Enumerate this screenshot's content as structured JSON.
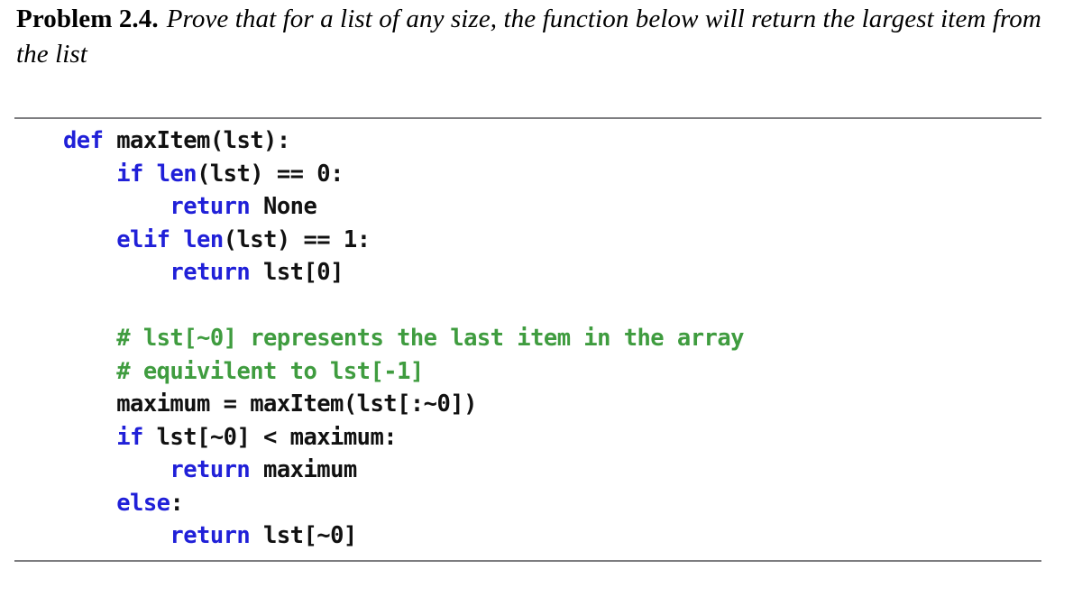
{
  "problem": {
    "label": "Problem 2.4.",
    "statement": "Prove that for a list of any size, the function below will return the largest item from the list"
  },
  "colors": {
    "keyword": "#2020d8",
    "comment": "#3f9c3f",
    "text": "#111111",
    "rule": "#7d7d80",
    "background": "#ffffff"
  },
  "code": {
    "language": "python",
    "lines": [
      {
        "indent": 0,
        "tokens": [
          {
            "t": "kw",
            "s": "def"
          },
          {
            "t": "txt",
            "s": " maxItem(lst):"
          }
        ]
      },
      {
        "indent": 1,
        "tokens": [
          {
            "t": "kw",
            "s": "if"
          },
          {
            "t": "txt",
            "s": " "
          },
          {
            "t": "kw",
            "s": "len"
          },
          {
            "t": "txt",
            "s": "(lst) == 0:"
          }
        ]
      },
      {
        "indent": 2,
        "tokens": [
          {
            "t": "kw",
            "s": "return"
          },
          {
            "t": "txt",
            "s": " None"
          }
        ]
      },
      {
        "indent": 1,
        "tokens": [
          {
            "t": "kw",
            "s": "elif"
          },
          {
            "t": "txt",
            "s": " "
          },
          {
            "t": "kw",
            "s": "len"
          },
          {
            "t": "txt",
            "s": "(lst) == 1:"
          }
        ]
      },
      {
        "indent": 2,
        "tokens": [
          {
            "t": "kw",
            "s": "return"
          },
          {
            "t": "txt",
            "s": " lst[0]"
          }
        ]
      },
      {
        "indent": 0,
        "tokens": []
      },
      {
        "indent": 1,
        "tokens": [
          {
            "t": "cmt",
            "s": "# lst[~0] represents the last item in the array"
          }
        ]
      },
      {
        "indent": 1,
        "tokens": [
          {
            "t": "cmt",
            "s": "# equivilent to lst[-1]"
          }
        ]
      },
      {
        "indent": 1,
        "tokens": [
          {
            "t": "txt",
            "s": "maximum = maxItem(lst[:~0])"
          }
        ]
      },
      {
        "indent": 1,
        "tokens": [
          {
            "t": "kw",
            "s": "if"
          },
          {
            "t": "txt",
            "s": " lst[~0] < maximum:"
          }
        ]
      },
      {
        "indent": 2,
        "tokens": [
          {
            "t": "kw",
            "s": "return"
          },
          {
            "t": "txt",
            "s": " maximum"
          }
        ]
      },
      {
        "indent": 1,
        "tokens": [
          {
            "t": "kw",
            "s": "else"
          },
          {
            "t": "txt",
            "s": ":"
          }
        ]
      },
      {
        "indent": 2,
        "tokens": [
          {
            "t": "kw",
            "s": "return"
          },
          {
            "t": "txt",
            "s": " lst[~0]"
          }
        ]
      }
    ]
  }
}
